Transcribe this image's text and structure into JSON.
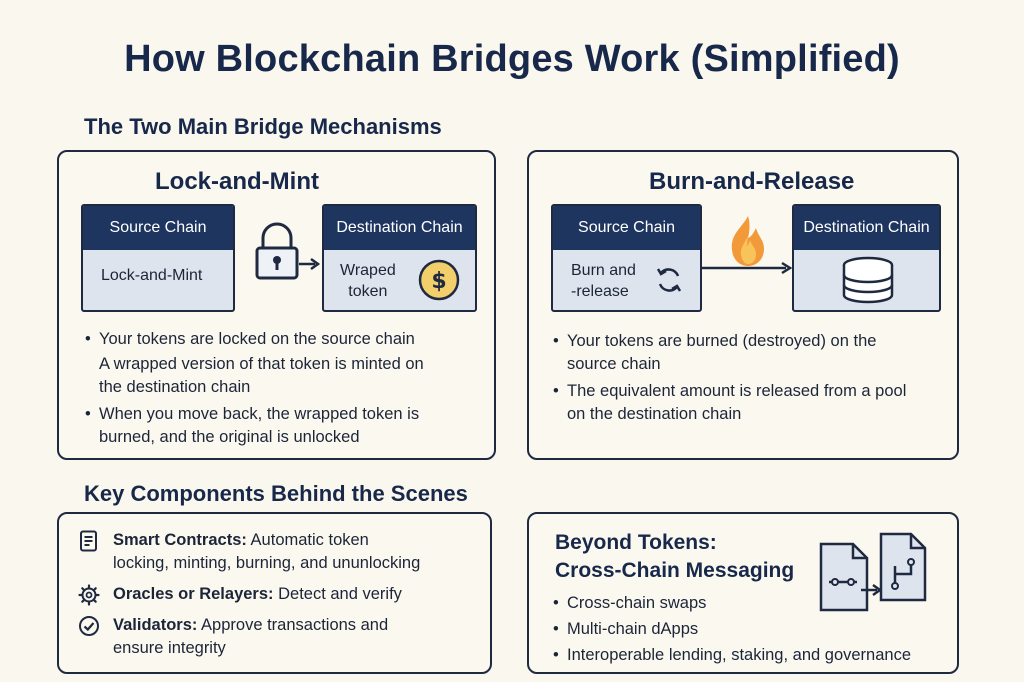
{
  "title": "How Blockchain Bridges Work (Simplified)",
  "mechanisms": {
    "heading": "The Two Main Bridge Mechanisms",
    "lock_mint": {
      "title": "Lock-and-Mint",
      "source": {
        "header": "Source Chain",
        "body": "Lock-and-Mint"
      },
      "destination": {
        "header": "Destination Chain",
        "body_line1": "Wraped",
        "body_line2": "token"
      },
      "bullet1": "Your tokens are locked on the source chain",
      "line2": "A wrapped version of that token is minted on",
      "line3": "the destination chain",
      "bullet2_line1": "When you move back, the wrapped token is",
      "bullet2_line2": "burned, and the original is unlocked"
    },
    "burn_release": {
      "title": "Burn-and-Release",
      "source": {
        "header": "Source Chain",
        "body_line1": "Burn and",
        "body_line2": "-release"
      },
      "destination": {
        "header": "Destination Chain"
      },
      "bullet1_line1": "Your tokens are burned (destroyed) on the",
      "bullet1_line2": "source chain",
      "bullet2_line1": "The equivalent amount is released from a pool",
      "bullet2_line2": "on the destination chain"
    }
  },
  "components": {
    "heading": "Key Components Behind the Scenes",
    "smart_contracts": {
      "label": "Smart Contracts:",
      "text": " Automatic token",
      "line2": "locking, minting, burning, and ununlocking",
      "icon": "document-icon"
    },
    "oracles": {
      "label": "Oracles or Relayers:",
      "text": " Detect and verify",
      "icon": "gear-icon"
    },
    "validators": {
      "label": "Validators:",
      "text": " Approve transactions and",
      "line2": "ensure integrity",
      "icon": "check-circle-icon"
    }
  },
  "beyond": {
    "title_line1": "Beyond Tokens:",
    "title_line2": "Cross-Chain Messaging",
    "items": [
      "Cross-chain swaps",
      "Multi-chain dApps",
      "Interoperable lending, staking, and governance"
    ]
  },
  "colors": {
    "navy": "#1e3560",
    "panel_border": "#1f2a40",
    "chain_fill": "#dde4ee",
    "coin": "#f2cf6b",
    "flame": "#f29a3a",
    "background": "#faf7ee"
  }
}
